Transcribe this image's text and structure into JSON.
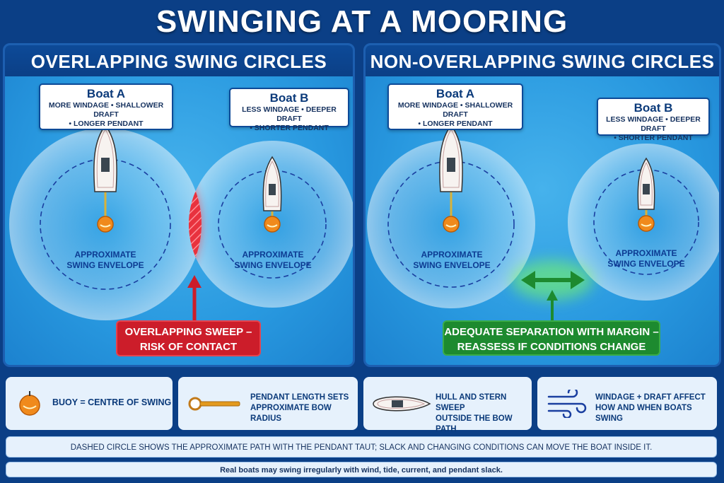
{
  "title": "SWINGING AT A MOORING",
  "left_panel": {
    "header": "OVERLAPPING SWING CIRCLES",
    "boat_a": {
      "name": "Boat A",
      "line1": "MORE WINDAGE • SHALLOWER DRAFT",
      "line2": "• LONGER PENDANT"
    },
    "boat_b": {
      "name": "Boat B",
      "line1": "LESS WINDAGE • DEEPER DRAFT",
      "line2": "• SHORTER PENDANT"
    },
    "envelope_label_line1": "APPROXIMATE",
    "envelope_label_line2": "SWING ENVELOPE",
    "callout_line1": "OVERLAPPING SWEEP –",
    "callout_line2": "RISK OF CONTACT"
  },
  "right_panel": {
    "header": "NON-OVERLAPPING SWING CIRCLES",
    "boat_a": {
      "name": "Boat A",
      "line1": "MORE WINDAGE • SHALLOWER DRAFT",
      "line2": "• LONGER PENDANT"
    },
    "boat_b": {
      "name": "Boat B",
      "line1": "LESS WINDAGE • DEEPER DRAFT",
      "line2": "• SHORTER PENDANT"
    },
    "envelope_label_line1": "APPROXIMATE",
    "envelope_label_line2": "SWING ENVELOPE",
    "callout_line1": "ADEQUATE SEPARATION WITH MARGIN –",
    "callout_line2": "REASSESS IF CONDITIONS CHANGE"
  },
  "legend": {
    "buoy": "BUOY = CENTRE OF SWING",
    "pendant_line1": "PENDANT LENGTH SETS",
    "pendant_line2": "APPROXIMATE BOW RADIUS",
    "hull_line1": "HULL AND STERN SWEEP",
    "hull_line2": "OUTSIDE THE BOW PATH",
    "windage_line1": "WINDAGE + DRAFT AFFECT",
    "windage_line2": "HOW AND WHEN BOATS SWING"
  },
  "notes": {
    "dashed_circle": "DASHED CIRCLE SHOWS THE APPROXIMATE PATH WITH THE PENDANT TAUT; SLACK AND CHANGING CONDITIONS CAN MOVE THE BOAT INSIDE IT.",
    "real_boats": "Real boats may swing irregularly with wind, tide, current, and pendant slack."
  },
  "colors": {
    "water": "#2898df",
    "header": "#0b3f86",
    "danger": "#cc1d2a",
    "safe": "#1d8a2f",
    "envelope_dash": "#1a3fa0",
    "buoy": "#f08a1c"
  },
  "icons": [
    "buoy-icon",
    "pendant-icon",
    "hull-icon",
    "wind-icon",
    "boat-icon"
  ]
}
